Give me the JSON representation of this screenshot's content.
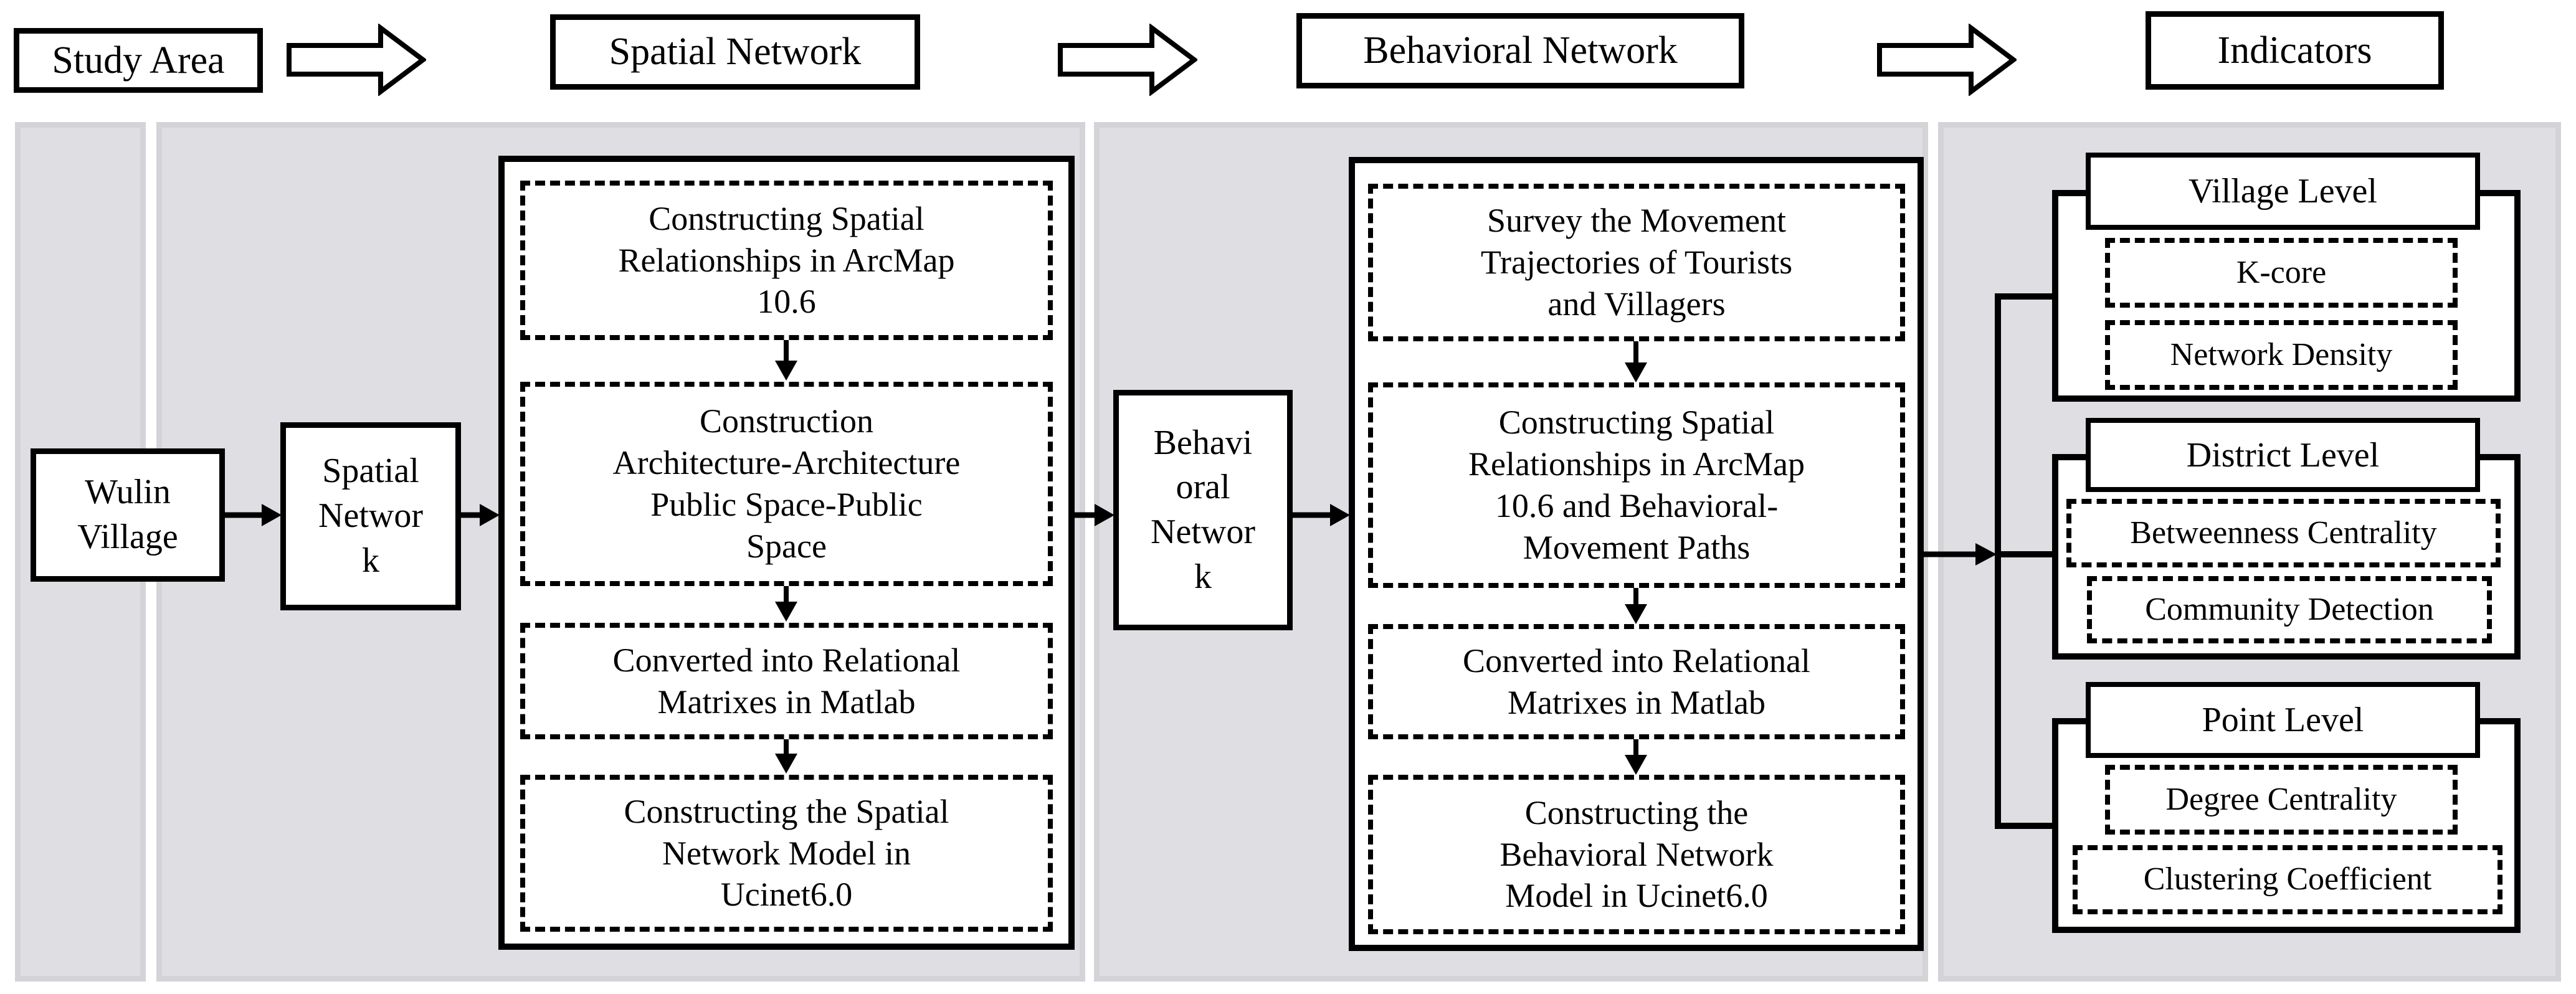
{
  "flow_header": {
    "study_area": "Study Area",
    "spatial_network": "Spatial Network",
    "behavioral_network": "Behavioral Network",
    "indicators": "Indicators"
  },
  "study_area_panel": {
    "node": "Wulin\nVillage"
  },
  "spatial_panel": {
    "node": "Spatial\nNetwor\nk",
    "steps": [
      "Constructing Spatial\nRelationships in ArcMap\n10.6",
      "Construction\nArchitecture-Architecture\nPublic Space-Public\nSpace",
      "Converted into Relational\nMatrixes in Matlab",
      "Constructing the Spatial\nNetwork Model in\nUcinet6.0"
    ]
  },
  "behavioral_panel": {
    "node": "Behavi\noral\nNetwor\nk",
    "steps": [
      "Survey the Movement\nTrajectories of Tourists\nand Villagers",
      "Constructing Spatial\nRelationships in ArcMap\n10.6 and Behavioral-\nMovement Paths",
      "Converted into Relational\nMatrixes in Matlab",
      "Constructing the\nBehavioral Network\nModel in Ucinet6.0"
    ]
  },
  "indicators_panel": {
    "groups": [
      {
        "title": "Village Level",
        "items": [
          "K-core",
          "Network Density"
        ]
      },
      {
        "title": "District Level",
        "items": [
          "Betweenness Centrality",
          "Community Detection"
        ]
      },
      {
        "title": "Point Level",
        "items": [
          "Degree Centrality",
          "Clustering Coefficient"
        ]
      }
    ]
  },
  "colors": {
    "stroke": "#000000",
    "box_bg": "#ffffff",
    "panel_bg": "#dfdee3",
    "panel_border": "#d4d3d8"
  }
}
